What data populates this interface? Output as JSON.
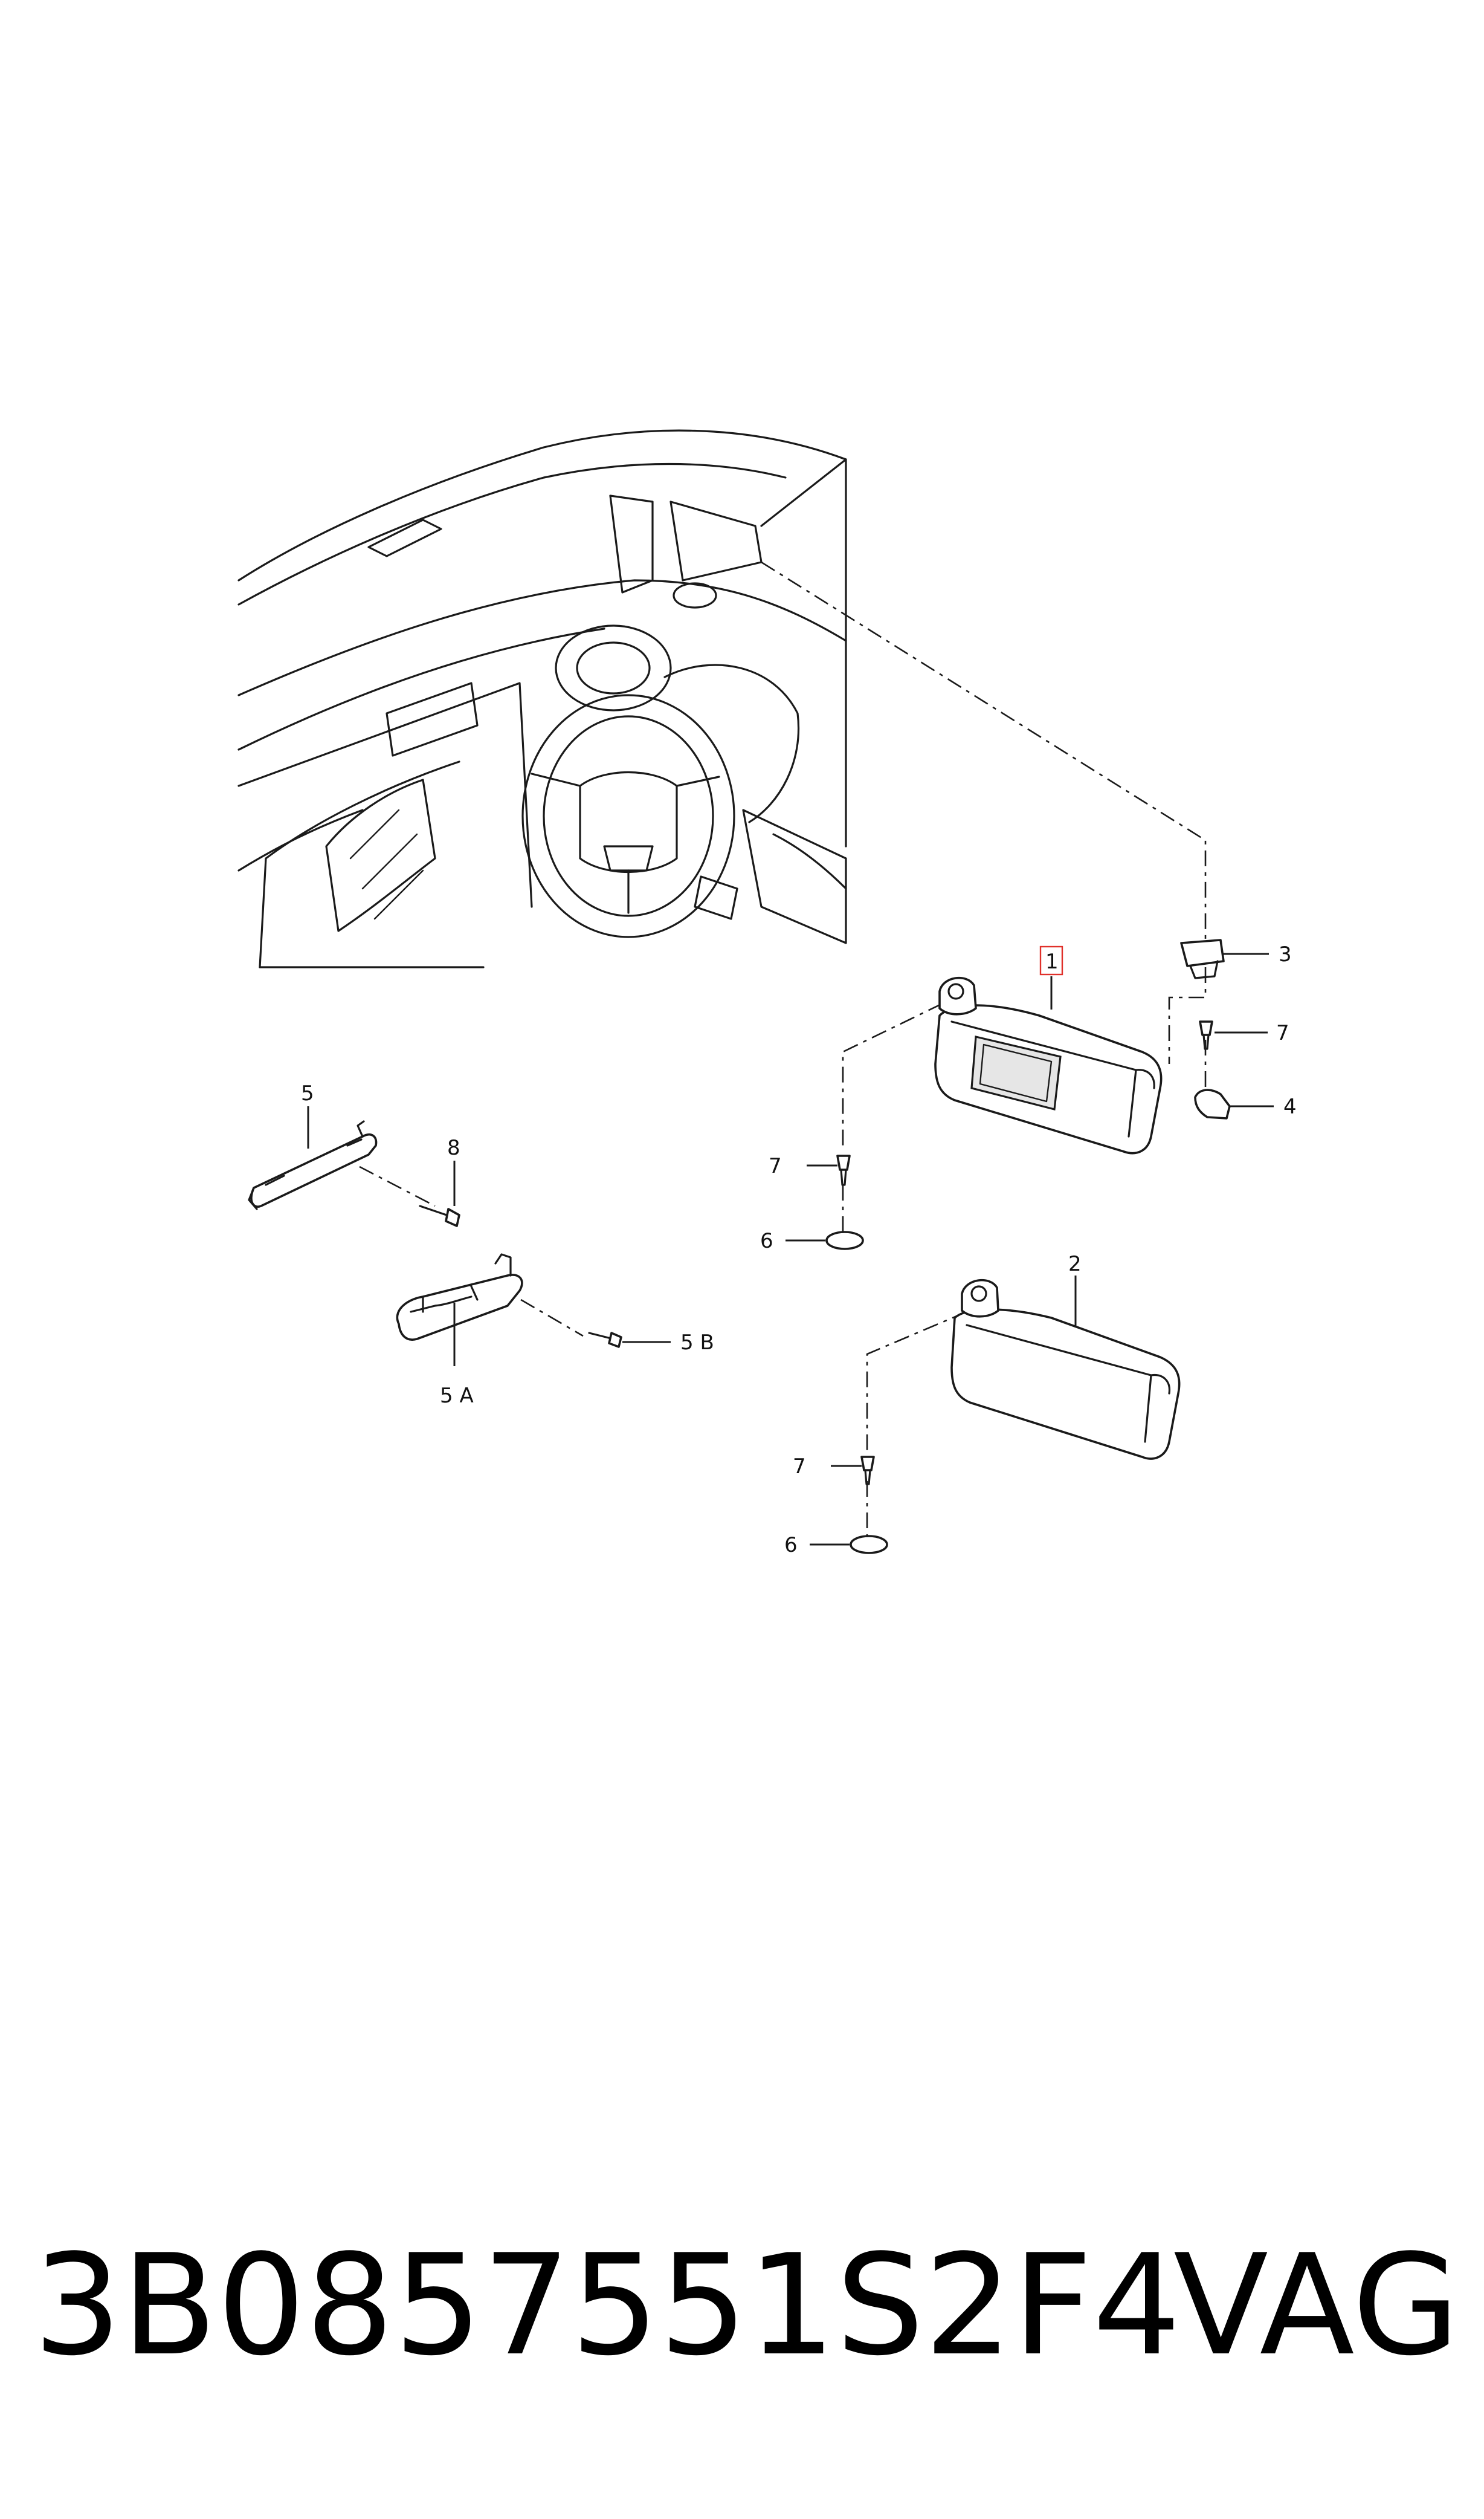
{
  "callouts": {
    "c1": "1",
    "c2": "2",
    "c3": "3",
    "c4": "4",
    "c5": "5",
    "c5a": "5 A",
    "c5b": "5 B",
    "c6a": "6",
    "c6b": "6",
    "c7a": "7",
    "c7b": "7",
    "c7c": "7",
    "c8": "8"
  },
  "highlight_color": "#e0302a",
  "caption": {
    "part_number": "3B0857551S2F4",
    "brand": "VAG"
  }
}
